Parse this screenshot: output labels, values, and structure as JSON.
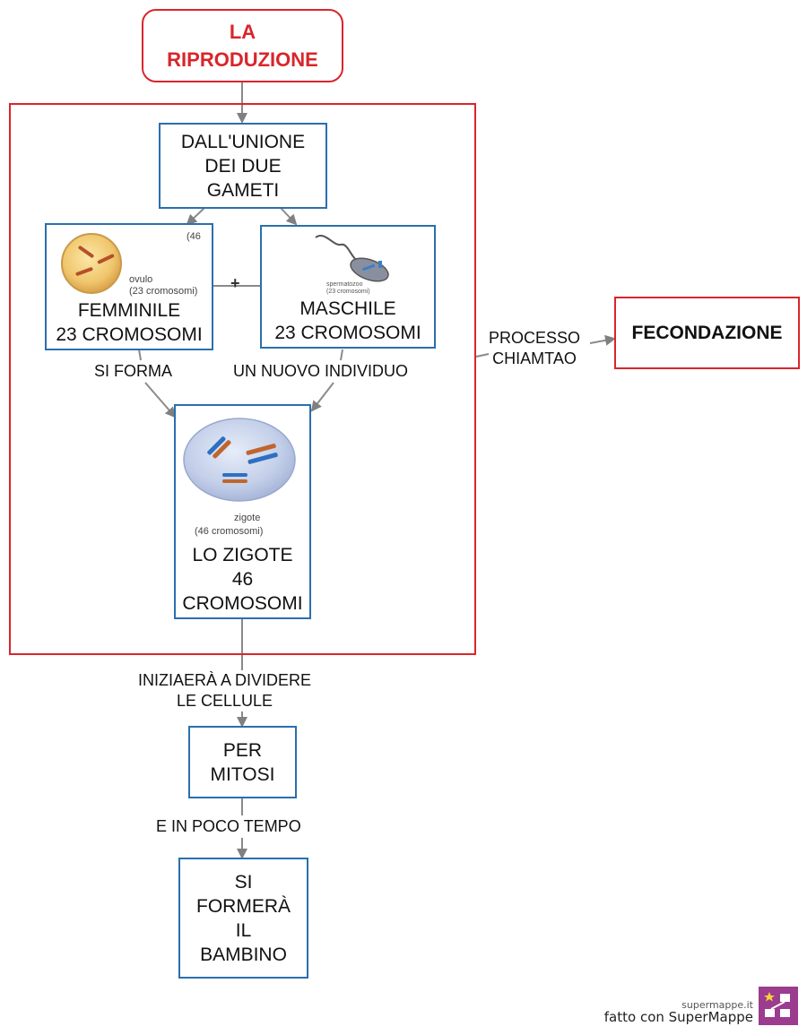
{
  "title": {
    "line1": "LA",
    "line2": "RIPRODUZIONE"
  },
  "nodes": {
    "unione": [
      "DALL'UNIONE",
      "DEI DUE",
      "GAMETI"
    ],
    "femminile": [
      "FEMMINILE",
      "23 CROMOSOMI"
    ],
    "maschile": [
      "MASCHILE",
      "23 CROMOSOMI"
    ],
    "zigote": [
      "LO ZIGOTE",
      "46",
      "CROMOSOMI"
    ],
    "mitosi": [
      "PER",
      "MITOSI"
    ],
    "bambino": [
      "SI",
      "FORMERÀ",
      "IL",
      "BAMBINO"
    ],
    "fecondazione": "FECONDAZIONE"
  },
  "links": {
    "si_forma": "SI FORMA",
    "nuovo_individuo": "UN NUOVO INDIVIDUO",
    "processo": [
      "PROCESSO",
      "CHIAMTAO"
    ],
    "dividere": [
      "INIZIAERÀ A DIVIDERE",
      "LE CELLULE"
    ],
    "poco_tempo": "E IN POCO TEMPO"
  },
  "images": {
    "ovulo_caption": [
      "ovulo",
      "(23 cromosomi)"
    ],
    "ovulo_corner": "(46",
    "plus": "+",
    "sperm_caption": [
      "spermatozoo",
      "(23 cromosomi)"
    ],
    "zigote_caption": [
      "zigote",
      "(46 cromosomi)"
    ]
  },
  "footer": {
    "site": "supermappe.it",
    "made_with": "fatto con SuperMappe"
  },
  "colors": {
    "red": "#d9252b",
    "blue": "#2a6fad",
    "arrow": "#808080",
    "logo": "#9b3c8f"
  }
}
